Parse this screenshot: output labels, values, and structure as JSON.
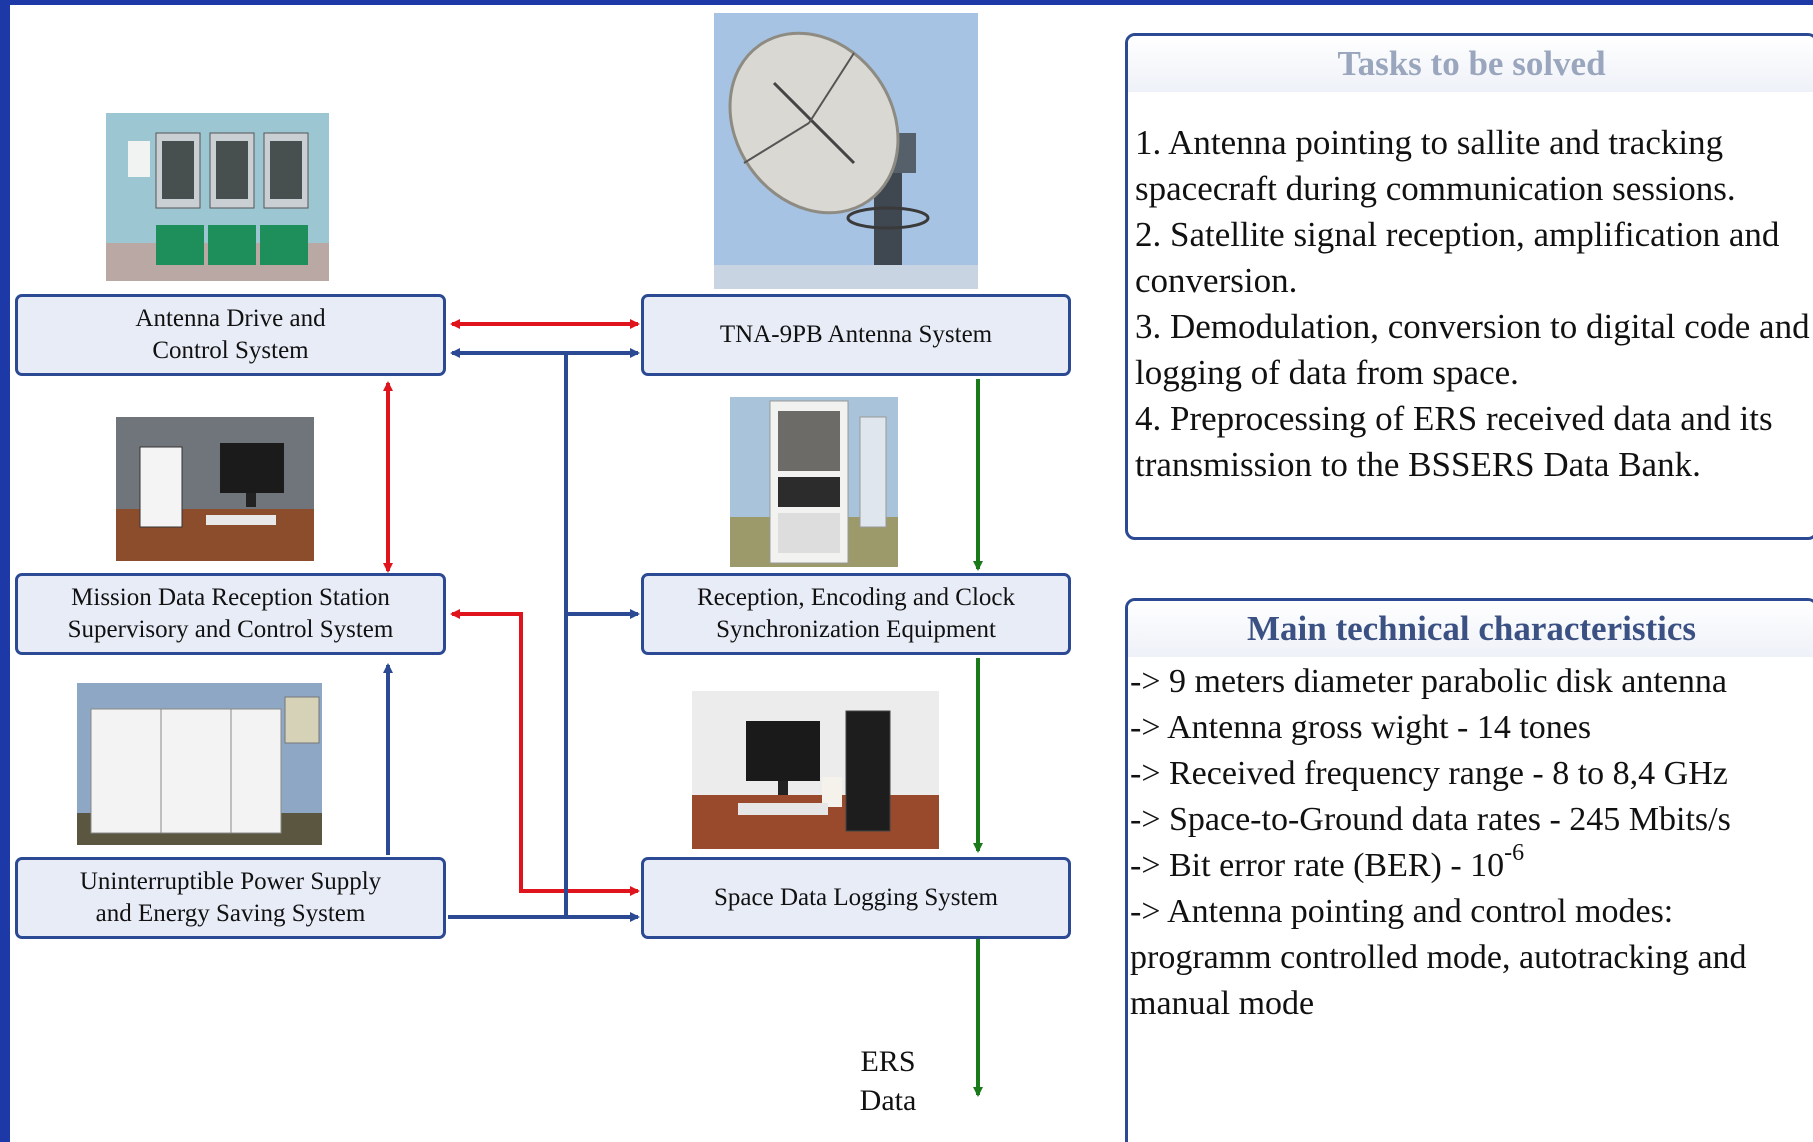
{
  "diagram": {
    "blocks": {
      "antenna_drive": "Antenna Drive and\nControl System",
      "antenna_system": "TNA-9PB Antenna System",
      "supervisory": "Mission Data Reception Station\nSupervisory and Control System",
      "reception_equipment": "Reception, Encoding and Clock\nSynchronization Equipment",
      "ups": "Uninterruptible Power Supply\nand Energy Saving System",
      "logging": "Space Data Logging System"
    },
    "output_label": "ERS\nData",
    "colors": {
      "control_link": "#e0141c",
      "power_link": "#2c4a94",
      "data_link": "#1a7a1a"
    }
  },
  "tasks": {
    "title": "Tasks to be solved",
    "items": [
      "1. Antenna pointing to sallite and tracking spacecraft during communication sessions.",
      "2. Satellite signal reception, amplification and conversion.",
      "3. Demodulation, conversion to digital code  and logging of data from space.",
      "4. Preprocessing of ERS received data and its transmission to the BSSERS Data Bank."
    ]
  },
  "specs": {
    "title": "Main technical characteristics",
    "items": [
      "-> 9 meters diameter parabolic disk antenna",
      "-> Antenna gross wight - 14 tones",
      "-> Received frequency range - 8 to 8,4 GHz",
      "-> Space-to-Ground data rates - 245 Mbits/s"
    ],
    "ber_prefix": "-> Bit error rate (BER) - 10",
    "ber_exponent": "-6",
    "modes": "-> Antenna pointing and control modes: programm controlled mode, autotracking and manual mode"
  }
}
